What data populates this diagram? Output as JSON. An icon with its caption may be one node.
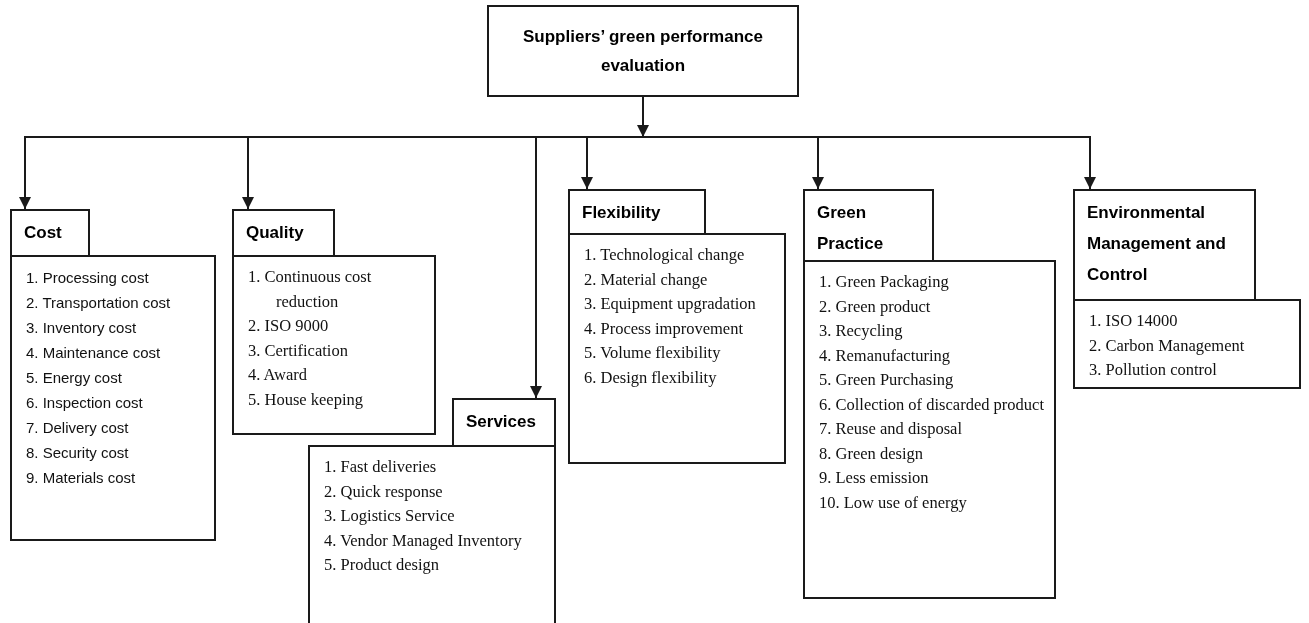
{
  "diagram": {
    "nodes": [
      {
        "text": [
          "Suppliers’ green performance evaluation"
        ]
      },
      {
        "text": [
          "Cost"
        ]
      },
      {
        "text": [
          "1. Processing cost",
          "2. Transportation cost",
          "3. Inventory cost",
          "4. Maintenance cost",
          "5. Energy cost",
          "6. Inspection cost",
          "7. Delivery cost",
          "8. Security cost",
          "9. Materials cost"
        ]
      },
      {
        "text": [
          "Quality"
        ]
      },
      {
        "text": [
          "1. Continuous cost reduction",
          "2. ISO 9000",
          "3. Certification",
          "4. Award",
          "5. House keeping"
        ]
      },
      {
        "text": [
          "Services"
        ]
      },
      {
        "text": [
          "1. Fast deliveries",
          "2. Quick response",
          "3. Logistics Service",
          "4. Vendor Managed Inventory",
          "5. Product design"
        ]
      },
      {
        "text": [
          "Flexibility"
        ]
      },
      {
        "text": [
          "1. Technological change",
          "2. Material change",
          "3. Equipment upgradation",
          "4. Process improvement",
          "5. Volume flexibility",
          "6. Design flexibility"
        ]
      },
      {
        "text": [
          "Green Practice"
        ]
      },
      {
        "text": [
          "1. Green Packaging",
          "2. Green product",
          "3. Recycling",
          "4. Remanufacturing",
          "5. Green Purchasing",
          "6. Collection of discarded product",
          "7. Reuse and disposal",
          "8. Green design",
          "9. Less emission",
          "10. Low use of energy"
        ]
      },
      {
        "text": [
          "Environmental Management and Control"
        ]
      },
      {
        "text": [
          "1. ISO 14000",
          "2. Carbon Management",
          "3. Pollution control"
        ]
      }
    ],
    "edges": [
      {
        "from": 0,
        "to": 1,
        "arrow": "to"
      },
      {
        "from": 0,
        "to": 3,
        "arrow": "to"
      },
      {
        "from": 0,
        "to": 5,
        "arrow": "to"
      },
      {
        "from": 0,
        "to": 7,
        "arrow": "to"
      },
      {
        "from": 0,
        "to": 9,
        "arrow": "to"
      },
      {
        "from": 0,
        "to": 11,
        "arrow": "to"
      }
    ]
  }
}
